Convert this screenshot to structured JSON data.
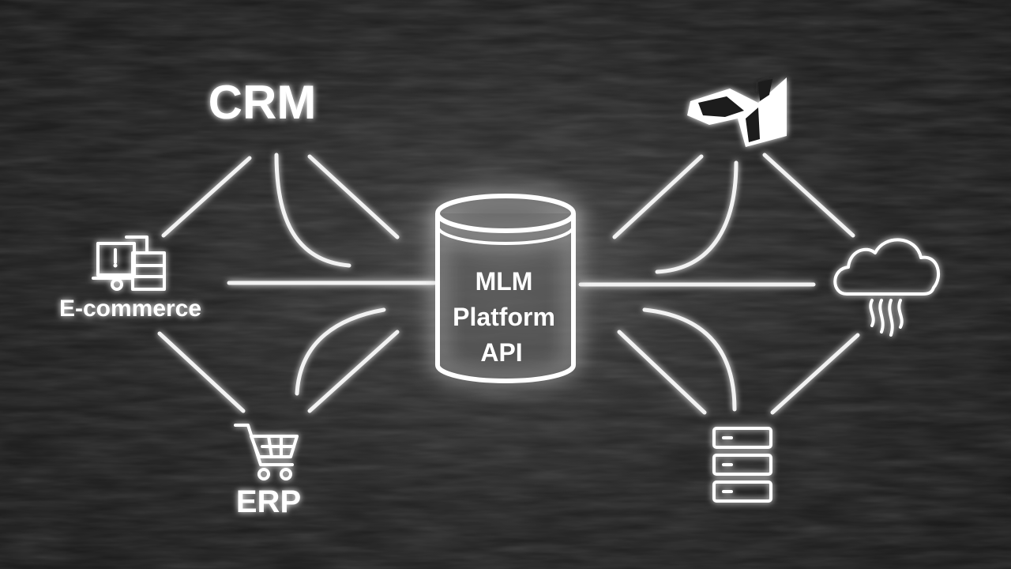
{
  "diagram": {
    "center": {
      "line1": "MLM",
      "line2": "Platform",
      "line3": "API",
      "icon": "database-cylinder-icon"
    },
    "left_nodes": {
      "crm": {
        "label": "CRM"
      },
      "ecommerce": {
        "label": "E-commerce",
        "icon": "truck-boxes-icon"
      },
      "erp": {
        "label": "ERP",
        "icon": "shopping-cart-icon"
      }
    },
    "right_nodes": {
      "top": {
        "icon": "map-icon"
      },
      "middle": {
        "icon": "cloud-icon"
      },
      "bottom": {
        "icon": "server-stack-icon"
      }
    }
  },
  "colors": {
    "background": "#1b1b1b",
    "line": "#f2f2f2",
    "glow": "#ffffff",
    "text": "#ffffff"
  }
}
